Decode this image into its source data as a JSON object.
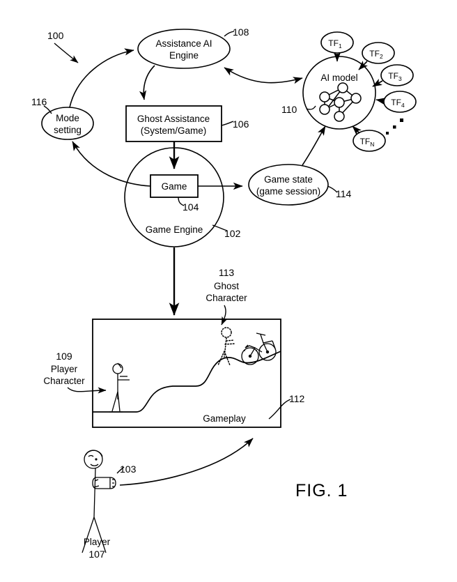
{
  "figure": {
    "label": "FIG. 1",
    "reference_number": "100"
  },
  "nodes": {
    "assistance_ai_engine": {
      "label_line1": "Assistance AI",
      "label_line2": "Engine",
      "ref": "108",
      "shape": "ellipse"
    },
    "mode_setting": {
      "label_line1": "Mode",
      "label_line2": "setting",
      "ref": "116",
      "shape": "ellipse"
    },
    "ghost_assistance": {
      "label_line1": "Ghost Assistance",
      "label_line2": "(System/Game)",
      "ref": "106",
      "shape": "rectangle"
    },
    "game_engine": {
      "label": "Game Engine",
      "ref": "102",
      "shape": "circle"
    },
    "game": {
      "label": "Game",
      "ref": "104",
      "shape": "rectangle"
    },
    "game_state": {
      "label_line1": "Game state",
      "label_line2": "(game session)",
      "ref": "114",
      "shape": "ellipse"
    },
    "ai_model": {
      "label": "AI model",
      "ref": "110",
      "shape": "circle",
      "contains": "neural-network-graph"
    },
    "gameplay": {
      "label": "Gameplay",
      "ref": "112",
      "shape": "rectangle"
    },
    "player_character": {
      "ref": "109",
      "label_line1": "Player",
      "label_line2": "Character"
    },
    "ghost_character": {
      "ref": "113",
      "label_line1": "Ghost",
      "label_line2": "Character"
    },
    "controller": {
      "ref": "103"
    },
    "player": {
      "label": "Player",
      "ref": "107"
    }
  },
  "transfer_functions": [
    {
      "name": "TF",
      "sub": "1",
      "ref_id": "tf-1"
    },
    {
      "name": "TF",
      "sub": "2",
      "ref_id": "tf-2"
    },
    {
      "name": "TF",
      "sub": "3",
      "ref_id": "tf-3"
    },
    {
      "name": "TF",
      "sub": "4",
      "ref_id": "tf-4"
    },
    {
      "name": "TF",
      "sub": "N",
      "ref_id": "tf-n"
    }
  ],
  "connections": [
    {
      "from": "mode_setting",
      "to": "assistance_ai_engine",
      "style": "curved-arrow"
    },
    {
      "from": "assistance_ai_engine",
      "to": "ghost_assistance",
      "style": "curved-arrow"
    },
    {
      "from": "ghost_assistance",
      "to": "game",
      "style": "straight-arrow"
    },
    {
      "from": "game",
      "to": "game_state",
      "style": "straight-arrow"
    },
    {
      "from": "game",
      "to": "mode_setting",
      "style": "curved-arrow"
    },
    {
      "from": "game_state",
      "to": "ai_model",
      "style": "curved-arrow"
    },
    {
      "from": "assistance_ai_engine",
      "to": "ai_model",
      "style": "curved-double-arrow"
    },
    {
      "from": "game_engine",
      "to": "gameplay",
      "style": "straight-arrow"
    },
    {
      "from": "controller",
      "to": "gameplay",
      "style": "curved-arrow"
    },
    {
      "from": "tf-1",
      "to": "ai_model",
      "style": "arrow"
    },
    {
      "from": "tf-2",
      "to": "ai_model",
      "style": "arrow"
    },
    {
      "from": "tf-3",
      "to": "ai_model",
      "style": "arrow"
    },
    {
      "from": "tf-4",
      "to": "ai_model",
      "style": "arrow"
    },
    {
      "from": "tf-n",
      "to": "ai_model",
      "style": "arrow"
    }
  ]
}
